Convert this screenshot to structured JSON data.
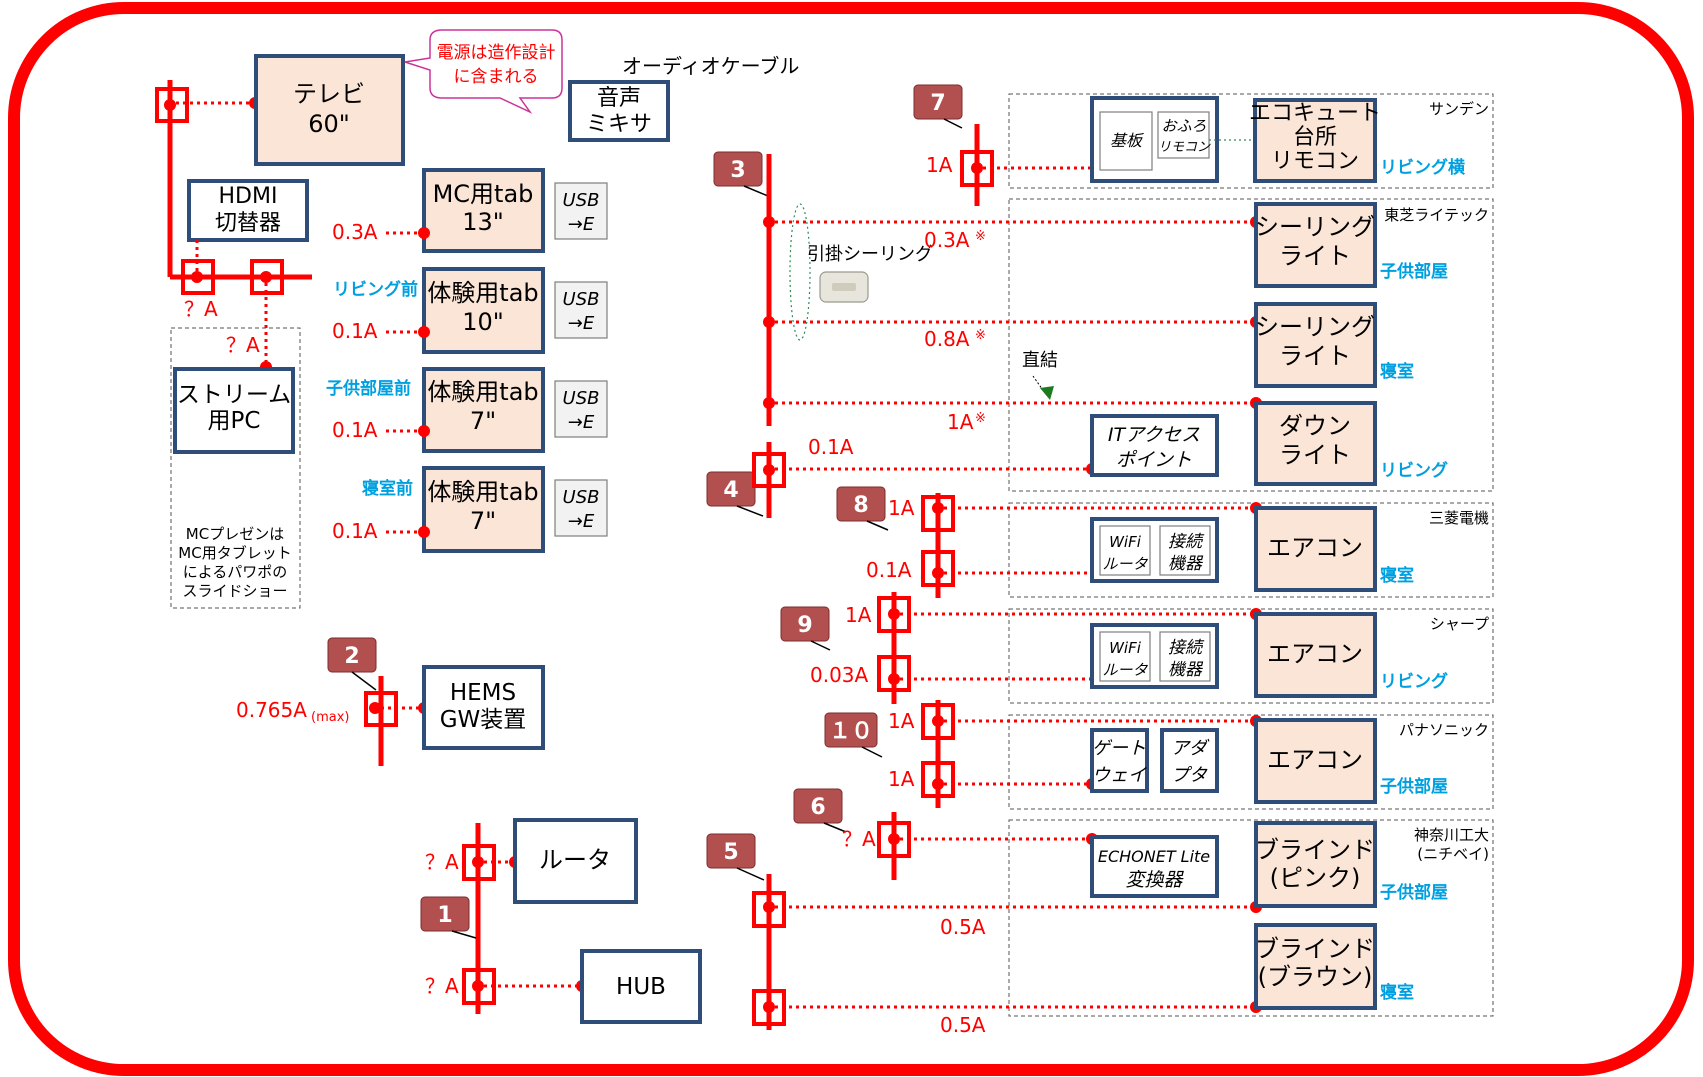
{
  "devices": {
    "tv": [
      "テレビ",
      "60\""
    ],
    "mixer": [
      "音声",
      "ミキサ"
    ],
    "hdmi": [
      "HDMI",
      "切替器"
    ],
    "stream_pc": [
      "ストリーム",
      "用PC"
    ],
    "mc_tab": [
      "MC用tab",
      "13\""
    ],
    "tab_living": [
      "体験用tab",
      "10\""
    ],
    "tab_child": [
      "体験用tab",
      "7\""
    ],
    "tab_bedroom": [
      "体験用tab",
      "7\""
    ],
    "usb_e": [
      "USB",
      "→E"
    ],
    "hems": [
      "HEMS",
      "GW装置"
    ],
    "router": "ルータ",
    "hub": "HUB",
    "ecocute": [
      "エコキュート",
      "台所",
      "リモコン"
    ],
    "kiban": "基板",
    "ofuro": [
      "おふろ",
      "リモコン"
    ],
    "ceiling1": [
      "シーリング",
      "ライト"
    ],
    "ceiling2": [
      "シーリング",
      "ライト"
    ],
    "downlight": [
      "ダウン",
      "ライト"
    ],
    "it_ap": [
      "ITアクセス",
      "ポイント"
    ],
    "aircon": "エアコン",
    "wifi_router": [
      "WiFi",
      "ルータ"
    ],
    "connected": [
      "接続",
      "機器"
    ],
    "gateway": [
      "ゲート",
      "ウェイ"
    ],
    "adapter": [
      "アダ",
      "プタ"
    ],
    "echonet": [
      "ECHONET Lite",
      "変換器"
    ],
    "blind_pink": [
      "ブラインド",
      "(ピンク)"
    ],
    "blind_brown": [
      "ブラインド",
      "(ブラウン)"
    ]
  },
  "callout": [
    "電源は造作設計",
    "に含まれる"
  ],
  "audio_cable": "オーディオケーブル",
  "hikikake": "引掛シーリング",
  "chokketsu": "直結",
  "mc_note": [
    "MCプレゼンは",
    "MC用タブレット",
    "によるパワポの",
    "スライドショー"
  ],
  "rooms": {
    "living_side": "リビング横",
    "child": "子供部屋",
    "bedroom": "寝室",
    "living": "リビング",
    "living_front": "リビング前",
    "child_front": "子供部屋前",
    "bedroom_front": "寝室前"
  },
  "makers": {
    "sanden": "サンデン",
    "toshiba": "東芝ライテック",
    "mitsubishi": "三菱電機",
    "sharp": "シャープ",
    "panasonic": "パナソニック",
    "kanagawa": [
      "神奈川工大",
      "(ニチベイ)"
    ]
  },
  "amps": {
    "qa": "？A",
    "a03": "0.3A",
    "a01": "0.1A",
    "a0765": "0.765A",
    "max": "(max)",
    "a1": "1A",
    "a08": "0.8A",
    "a003": "0.03A",
    "a05": "0.5A",
    "note": "※"
  },
  "badges": [
    "1",
    "2",
    "3",
    "4",
    "5",
    "6",
    "7",
    "8",
    "9",
    "１０"
  ]
}
